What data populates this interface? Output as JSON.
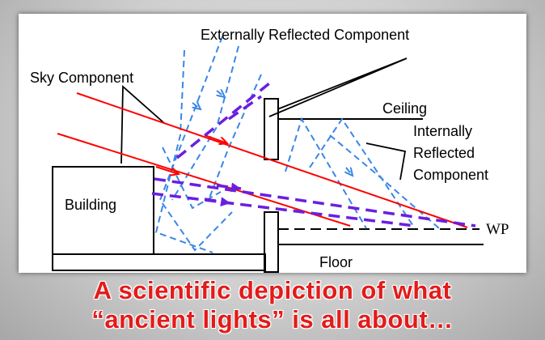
{
  "diagram": {
    "labels": {
      "external": "Externally Reflected Component",
      "sky": "Sky Component",
      "ceiling": "Ceiling",
      "internal_1": "Internally",
      "internal_2": "Reflected",
      "internal_3": "Component",
      "building": "Building",
      "wp": "WP",
      "floor": "Floor"
    },
    "colors": {
      "sky_ray": "#ff0000",
      "external_ray": "#3a86e6",
      "internal_ray": "#6a1fe0",
      "structure": "#000000"
    }
  },
  "caption": {
    "line1": "A scientific depiction of what",
    "line2": "“ancient lights” is all about…"
  }
}
